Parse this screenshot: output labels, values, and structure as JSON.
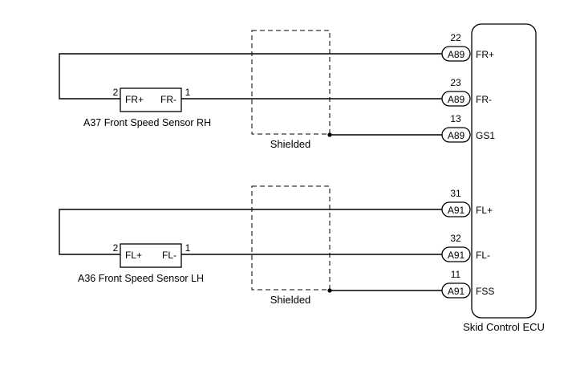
{
  "ecu": {
    "label": "Skid Control ECU",
    "pins": [
      {
        "num": "22",
        "conn": "A89",
        "sig": "FR+"
      },
      {
        "num": "23",
        "conn": "A89",
        "sig": "FR-"
      },
      {
        "num": "13",
        "conn": "A89",
        "sig": "GS1"
      },
      {
        "num": "31",
        "conn": "A91",
        "sig": "FL+"
      },
      {
        "num": "32",
        "conn": "A91",
        "sig": "FL-"
      },
      {
        "num": "11",
        "conn": "A91",
        "sig": "FSS"
      }
    ]
  },
  "sensors": [
    {
      "label": "A37  Front Speed Sensor RH",
      "pin_left": "2",
      "pin_right": "1",
      "term_left": "FR+",
      "term_right": "FR-"
    },
    {
      "label": "A36  Front Speed Sensor LH",
      "pin_left": "2",
      "pin_right": "1",
      "term_left": "FL+",
      "term_right": "FL-"
    }
  ],
  "shields": [
    {
      "label": "Shielded"
    },
    {
      "label": "Shielded"
    }
  ]
}
